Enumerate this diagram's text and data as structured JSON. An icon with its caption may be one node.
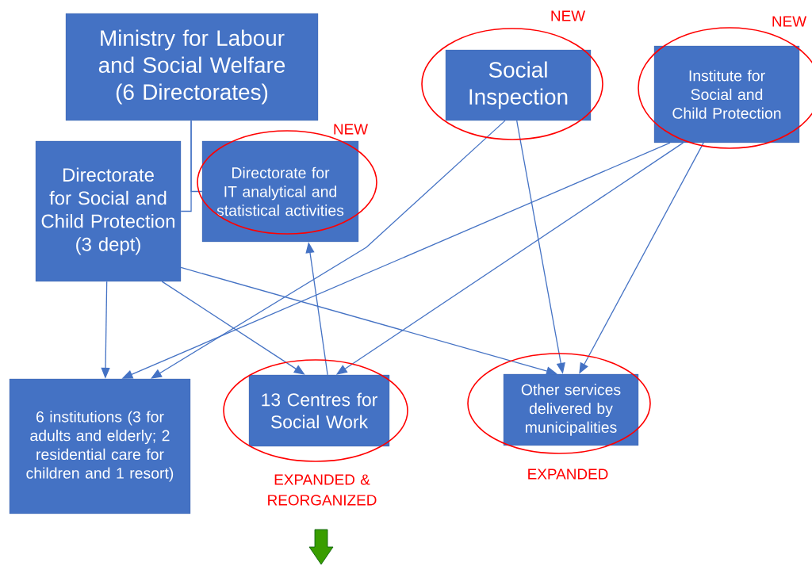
{
  "diagram": {
    "nodes": [
      {
        "text": [
          "Ministry for Labour and Social Welfare (6 Directorates)"
        ]
      },
      {
        "text": [
          "Directorate for Social and Child Protection (3 dept)"
        ]
      },
      {
        "text": [
          "Directorate for IT analytical and statistical activities"
        ],
        "beside": [
          "NEW"
        ]
      },
      {
        "text": [
          "Social Inspection"
        ],
        "beside": [
          "NEW"
        ]
      },
      {
        "text": [
          "Institute for Social and Child Protection"
        ],
        "beside": [
          "NEW"
        ]
      },
      {
        "text": [
          "6 institutions (3 for adults and elderly; 2 residential care for children and 1 resort)"
        ]
      },
      {
        "text": [
          "13 Centres for Social Work"
        ],
        "beside": [
          "EXPANDED & REORGANIZED"
        ]
      },
      {
        "text": [
          "Other services delivered by municipalities"
        ],
        "beside": [
          "EXPANDED"
        ]
      }
    ],
    "edges": [
      {
        "from": 0,
        "to": 1,
        "arrow": "none"
      },
      {
        "from": 0,
        "to": 2,
        "arrow": "none"
      },
      {
        "from": 1,
        "to": 5,
        "arrow": "to"
      },
      {
        "from": 1,
        "to": 6,
        "arrow": "to"
      },
      {
        "from": 1,
        "to": 7,
        "arrow": "to"
      },
      {
        "from": 6,
        "to": 2,
        "arrow": "to"
      },
      {
        "from": 3,
        "to": 5,
        "arrow": "to"
      },
      {
        "from": 3,
        "to": 7,
        "arrow": "to"
      },
      {
        "from": 4,
        "to": 5,
        "arrow": "to"
      },
      {
        "from": 4,
        "to": 6,
        "arrow": "to"
      },
      {
        "from": 4,
        "to": 7,
        "arrow": "to"
      }
    ]
  }
}
